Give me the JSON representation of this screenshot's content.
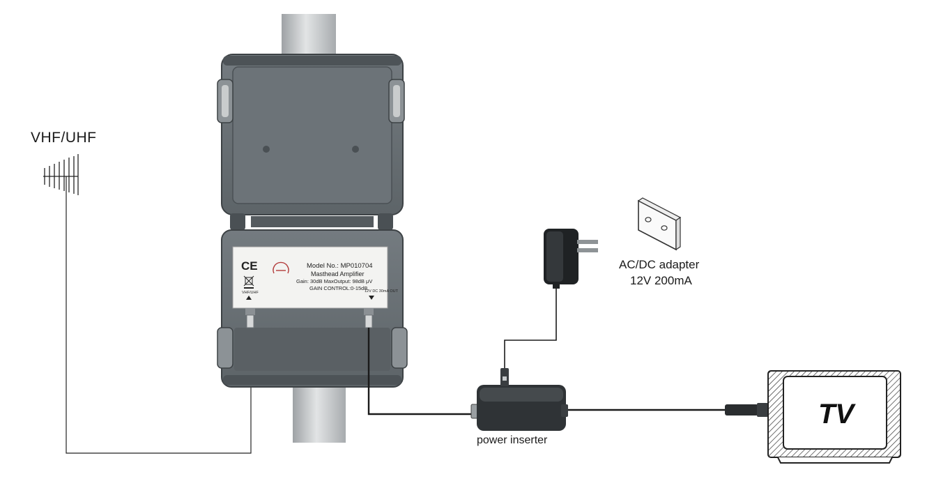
{
  "antenna": {
    "label": "VHF/UHF"
  },
  "amplifier_plate": {
    "ce_mark": "CE",
    "model": "Model No.: MP010704",
    "type": "Masthead Amplifier",
    "specs": "Gain: 30dB  MaxOutput: 98dB μV",
    "gain_control": "GAIN CONTROL:0-15dB",
    "input_label": "VHF/UHF",
    "output_label": "12V DC 30mA OUT"
  },
  "adapter": {
    "label": "AC/DC adapter",
    "rating": "12V 200mA"
  },
  "power_inserter": {
    "label": "power inserter"
  },
  "tv": {
    "label": "TV"
  },
  "colors": {
    "housing": "#5c6266",
    "housing_inner": "#6f767b",
    "pole": "#c3c6c8",
    "cable": "#1a1a1a"
  }
}
